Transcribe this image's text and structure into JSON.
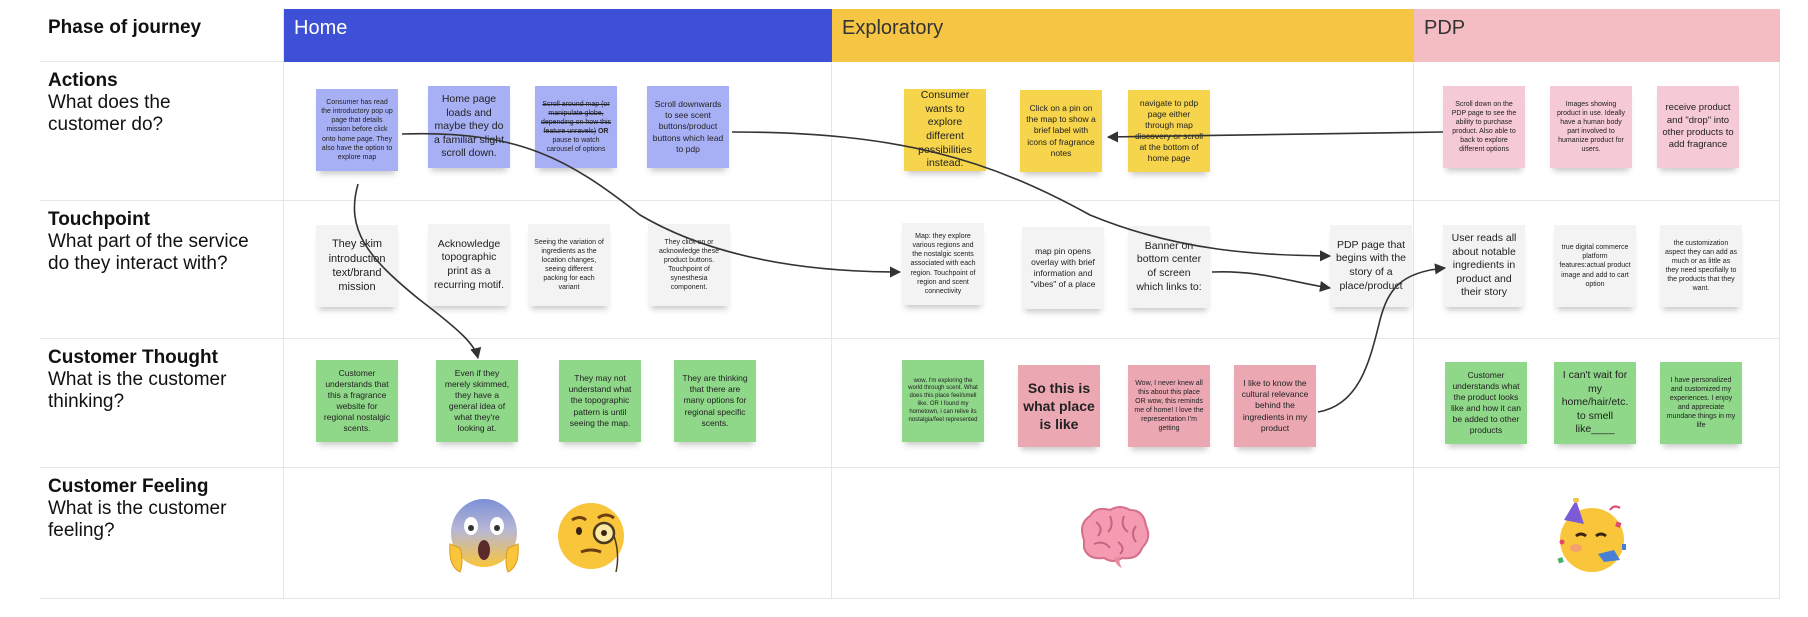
{
  "phase_label": "Phase of journey",
  "phases": [
    {
      "name": "Home",
      "color": "#3e50d6",
      "text_color": "#ffffff"
    },
    {
      "name": "Exploratory",
      "color": "#f6c544",
      "text_color": "#333333"
    },
    {
      "name": "PDP",
      "color": "#f4bcc3",
      "text_color": "#333333"
    }
  ],
  "rows": [
    {
      "title": "Actions",
      "subtitle": "What does the customer do?"
    },
    {
      "title": "Touchpoint",
      "subtitle": "What part of the service do they interact with?"
    },
    {
      "title": "Customer Thought",
      "subtitle": "What is the customer thinking?"
    },
    {
      "title": "Customer Feeling",
      "subtitle": "What is the customer feeling?"
    }
  ],
  "notes": {
    "a1": "Consumer has read the introductory pop up page that details mission before click onto home page. They also have the option to explore map",
    "a2": "Home page loads and maybe they do a familiar slight scroll down.",
    "a3_strike": "Scroll around map (or manipulate globe, depending on how this feature unravels)",
    "a3_or": "OR",
    "a3_rest": "pause to watch carousel of options",
    "a4": "Scroll downwards to see scent buttons/product buttons which lead to pdp",
    "a5": "Consumer wants to explore different possibilities instead.",
    "a6": "Click on a pin on the map to show a brief label with icons of fragrance notes",
    "a7": "navigate to pdp page either through map discovery or scroll at the bottom of home page",
    "a8": "Scroll down on the PDP page to see the ability to purchase product. Also able to back to explore different options",
    "a9": "Images showing product in use. Ideally have a human body part involved to humanize product for users.",
    "a10": "receive product and \"drop\" into other products to add fragrance",
    "t1": "They skim introduction text/brand mission",
    "t2": "Acknowledge topographic print as a recurring motif.",
    "t3": "Seeing the variation of ingredients as the location changes, seeing different packing for each variant",
    "t4": "They click on or acknowledge these product buttons. Touchpoint of synesthesia component.",
    "t5": "Map: they explore various regions and the nostalgic scents associated with each region. Touchpoint of region and scent connectivity",
    "t6": "map pin opens overlay with brief information and \"vibes\" of a place",
    "t7": "Banner on bottom center of screen which links to:",
    "t8": "PDP page that begins with the story of a place/product",
    "t9": "User reads all about notable ingredients in product and their story",
    "t10": "true digital commerce platform features:actual product image and add to cart option",
    "t11": "the customization aspect they can add as much or as little as they need specifially to the products that they want.",
    "c1": "Customer understands that this a fragrance website for regional nostalgic scents.",
    "c2": "Even if they merely skimmed, they have a general idea of what they're looking at.",
    "c3": "They may not understand what the topographic pattern is until seeing the map.",
    "c4": "They are thinking that there are many options for regional specific scents.",
    "c5": "wow, I'm exploring the world through scent. What does this place feel/smell like. OR I found my hometown, i can relive its nostalgia/feel represented",
    "c6": "So this is what place is like",
    "c7": "Wow, I never knew all this about this place OR wow, this reminds me of home! I love the representation I'm getting",
    "c8": "I like to know the cultural relevance behind the ingredients in my product",
    "c9": "Customer understands what the product looks like and how it can be added to other products",
    "c10": "I can't wait for my home/hair/etc. to smell like____",
    "c11": "I have personalized and customized my experiences. I enjoy and appreciate mundane things in my life"
  },
  "feelings": {
    "f1": "face-screaming-in-fear-emoji",
    "f2": "face-with-monocle-emoji",
    "f3": "brain-emoji",
    "f4": "partying-face-emoji"
  }
}
